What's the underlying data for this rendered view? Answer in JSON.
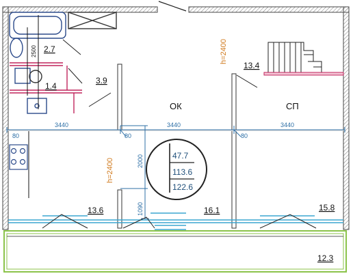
{
  "areas": {
    "bath": "2.7",
    "wc": "1.4",
    "hall": "3.9",
    "room_stairs": "13.4",
    "kitchen": "13.6",
    "room_ok": "16.1",
    "room_sp": "15.8",
    "balcony": "12.3"
  },
  "room_labels": {
    "ok": "ОК",
    "sp": "СП"
  },
  "dimensions": {
    "width_1": "3440",
    "width_2": "3440",
    "width_3": "3440",
    "offset_left": "80",
    "offset_mid": "80",
    "offset_right": "80",
    "dim_2000": "2000",
    "dim_1090": "1090",
    "dim_2500": "2500"
  },
  "heights": {
    "h_top": "h=2400",
    "h_left": "h=2400"
  },
  "totals": {
    "living": "47.7",
    "total": "113.6",
    "total_with_balcony": "122.6"
  },
  "colors": {
    "wall": "#555555",
    "dimension_line": "#2d6fa6",
    "height_label": "#d07a1e",
    "fixtures": "#c0245c",
    "balcony": "#8bc34a",
    "window": "#3aa6d0"
  }
}
